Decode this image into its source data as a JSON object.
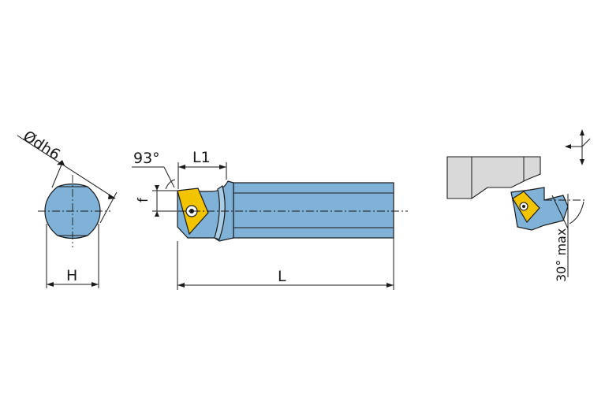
{
  "labels": {
    "diameter": "Ødh6",
    "height": "H",
    "angle": "93°",
    "length1": "L1",
    "offset": "f",
    "length": "L",
    "ramp": "30° max"
  },
  "colors": {
    "body": "#7fb2d6",
    "body_light": "#a9cde6",
    "insert": "#f2c400",
    "workpiece": "#d9d9d9",
    "line": "#1a1a1a"
  }
}
